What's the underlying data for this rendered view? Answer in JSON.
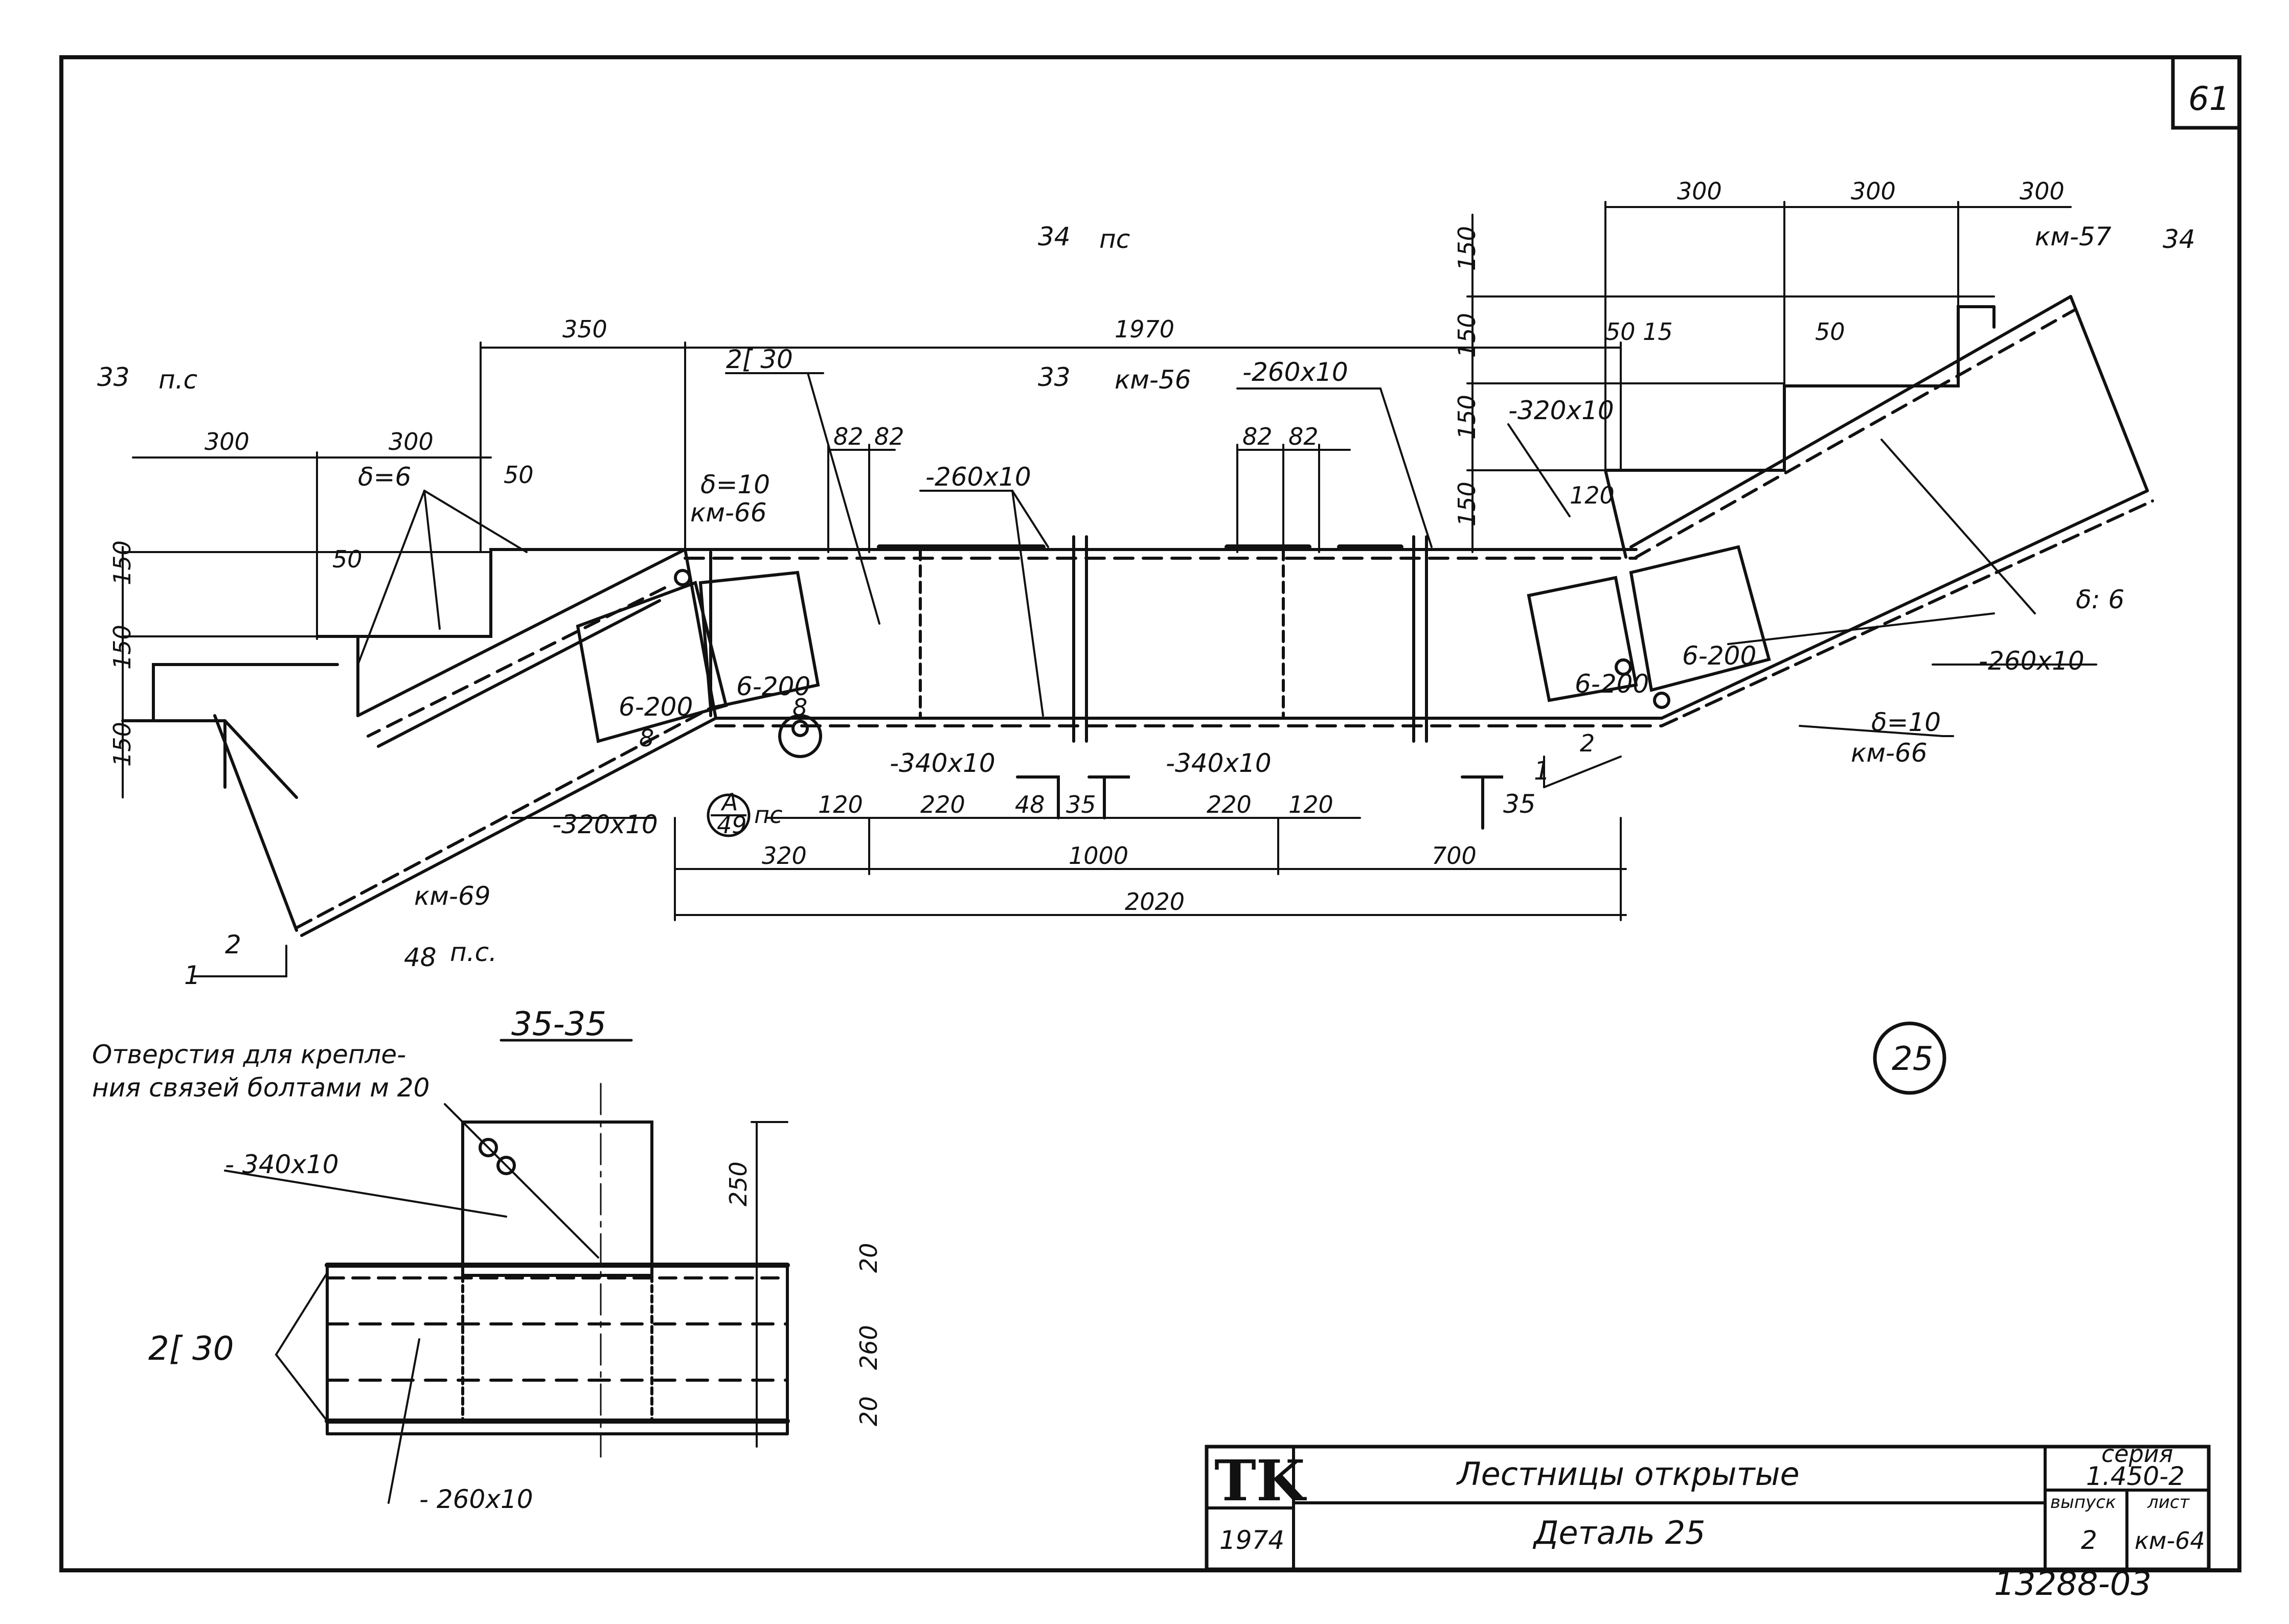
{
  "sheet": {
    "page_number": "61"
  },
  "main_view": {
    "top_dims": [
      "300",
      "300",
      "300"
    ],
    "left_top_dims": [
      "350",
      "1970"
    ],
    "left_step_dims": [
      "300",
      "300"
    ],
    "left_50a": "50",
    "left_50b": "50",
    "vert_left": [
      "150",
      "150",
      "150"
    ],
    "vert_right": [
      "150",
      "150",
      "150",
      "150"
    ],
    "right_50_15": "50 15",
    "right_50": "50",
    "dims_82": [
      "82",
      "82",
      "82",
      "82"
    ],
    "bottom_chain": [
      "320",
      "1000",
      "700"
    ],
    "bottom_total": "2020",
    "sub_dims": [
      "120",
      "220",
      "48",
      "35",
      "220",
      "120"
    ],
    "section_marks": {
      "s33_left": "33",
      "s33_left_ref": "п.с",
      "s34_top": "34",
      "s34_top_ref": "пс",
      "s33_mid": "33",
      "s33_mid_ref": "км-56",
      "s34_right": "34",
      "s34_right_ref": "км-57",
      "s35_right": "35"
    },
    "labels": {
      "channel": "2[ 30",
      "plate_260_a": "-260x10",
      "plate_260_b": "-260x10",
      "plate_260_c": "-260x10",
      "plate_320_right": "-320x10",
      "plate_320_left": "-320x10",
      "plate_340_a": "-340x10",
      "plate_340_b": "-340x10",
      "delta6_left": "δ=6",
      "delta6_right": "δ: 6",
      "delta10_left": "δ=10",
      "delta10_left_ref": "км-66",
      "delta10_right": "δ=10",
      "delta10_right_ref": "км-66",
      "weld_1": "6-200",
      "weld_2": "6-200",
      "weld_3": "6-200",
      "weld_4": "6-200",
      "weld_8a": "8",
      "weld_8b": "8",
      "node_a": "A",
      "node_a_ref": "49",
      "node_a_sfx": "пс",
      "km69": "км-69",
      "s48": "48",
      "s48_ref": "п.с.",
      "slope_left_1": "1",
      "slope_left_2": "2",
      "slope_right_1": "1",
      "slope_right_2": "2",
      "dim_120_right": "120"
    }
  },
  "section": {
    "title": "35-35",
    "note_line1": "Отверстия для крепле-",
    "note_line2": "ния связей болтами м 20",
    "plate_340": "- 340x10",
    "channel": "2[ 30",
    "plate_260": "- 260x10",
    "dims": [
      "250",
      "20",
      "260",
      "20"
    ]
  },
  "detail_circle": "25",
  "title_block": {
    "logo": "TK",
    "year": "1974",
    "title": "Лестницы открытые",
    "subtitle": "Деталь 25",
    "series_label": "серия",
    "series_value": "1.450-2",
    "issue_label": "выпуск",
    "issue_value": "2",
    "sheet_label": "лист",
    "sheet_value": "км-64"
  },
  "archive_number": "13288-03"
}
